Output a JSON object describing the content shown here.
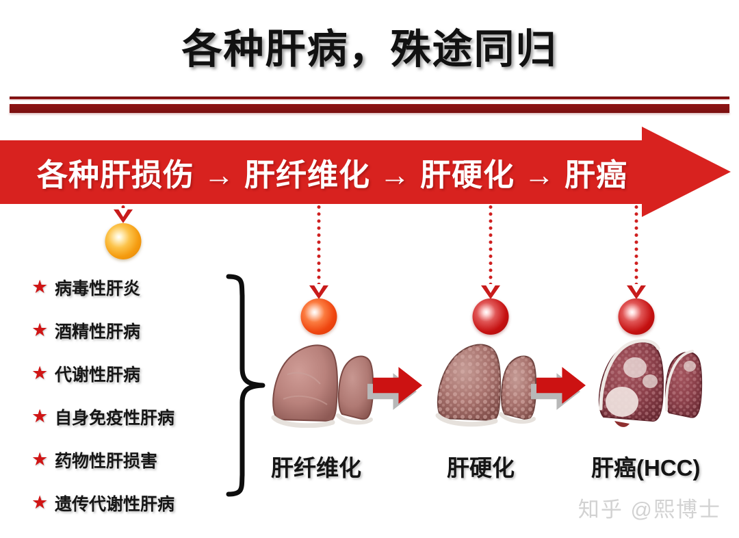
{
  "title": "各种肝病，殊途同归",
  "divider": {
    "color": "#8f1313"
  },
  "banner": {
    "text": "各种肝损伤 → 肝纤维化 → 肝硬化 → 肝癌",
    "color": "#d8221f",
    "text_color": "#ffffff"
  },
  "markers": [
    {
      "name": "marker-liver-injury",
      "color": "#f59c10",
      "label": ""
    },
    {
      "name": "marker-fibrosis",
      "color": "#ef4610",
      "label": ""
    },
    {
      "name": "marker-cirrhosis",
      "color": "#c51111",
      "label": ""
    },
    {
      "name": "marker-hcc",
      "color": "#c51111",
      "label": ""
    }
  ],
  "causes": {
    "bullet": "★",
    "bullet_color": "#d01515",
    "items": [
      {
        "label": "病毒性肝炎"
      },
      {
        "label": "酒精性肝病"
      },
      {
        "label": "代谢性肝病"
      },
      {
        "label": "自身免疫性肝病"
      },
      {
        "label": "药物性肝损害"
      },
      {
        "label": "遗传代谢性肝病"
      }
    ]
  },
  "stages": {
    "arrow_color": "#cc1212",
    "items": [
      {
        "caption": "肝纤维化"
      },
      {
        "caption": "肝硬化"
      },
      {
        "caption": "肝癌(HCC)"
      }
    ]
  },
  "watermark": "知乎 @熙博士"
}
